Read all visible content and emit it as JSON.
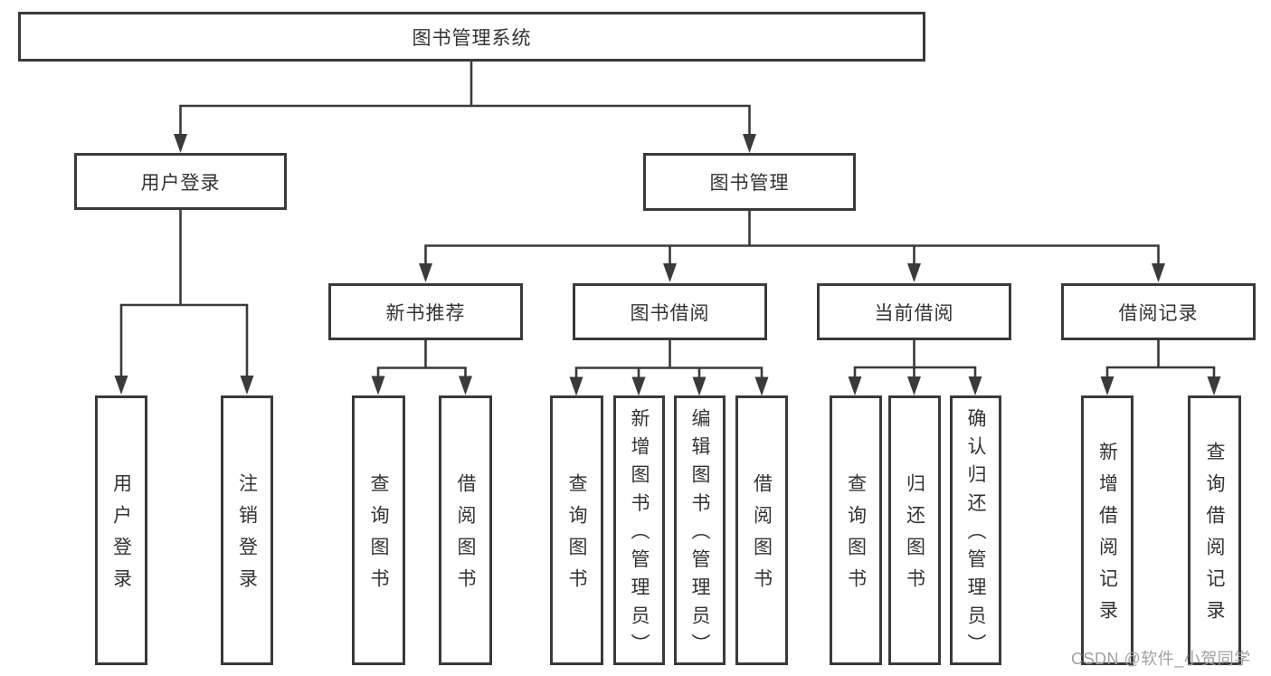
{
  "colors": {
    "line": "#3a3a3a",
    "box_border": "#3a3a3a",
    "text": "#333333",
    "box_fill": "#ffffff",
    "background": "#ffffff",
    "watermark": "#9fa0a6"
  },
  "watermark": {
    "text": "CSDN @软件_小贺同学"
  },
  "tree": {
    "root": {
      "label": "图书管理系统"
    },
    "branches": [
      {
        "label": "用户登录",
        "leaves": [
          "用户登录",
          "注销登录"
        ]
      },
      {
        "label": "图书管理",
        "groups": [
          {
            "label": "新书推荐",
            "leaves": [
              "查询图书",
              "借阅图书"
            ]
          },
          {
            "label": "图书借阅",
            "leaves": [
              "查询图书",
              "新增图书（管理员）",
              "编辑图书（管理员）",
              "借阅图书"
            ]
          },
          {
            "label": "当前借阅",
            "leaves": [
              "查询图书",
              "归还图书",
              "确认归还（管理员）"
            ]
          },
          {
            "label": "借阅记录",
            "leaves": [
              "新增借阅记录",
              "查询借阅记录"
            ]
          }
        ]
      }
    ]
  }
}
